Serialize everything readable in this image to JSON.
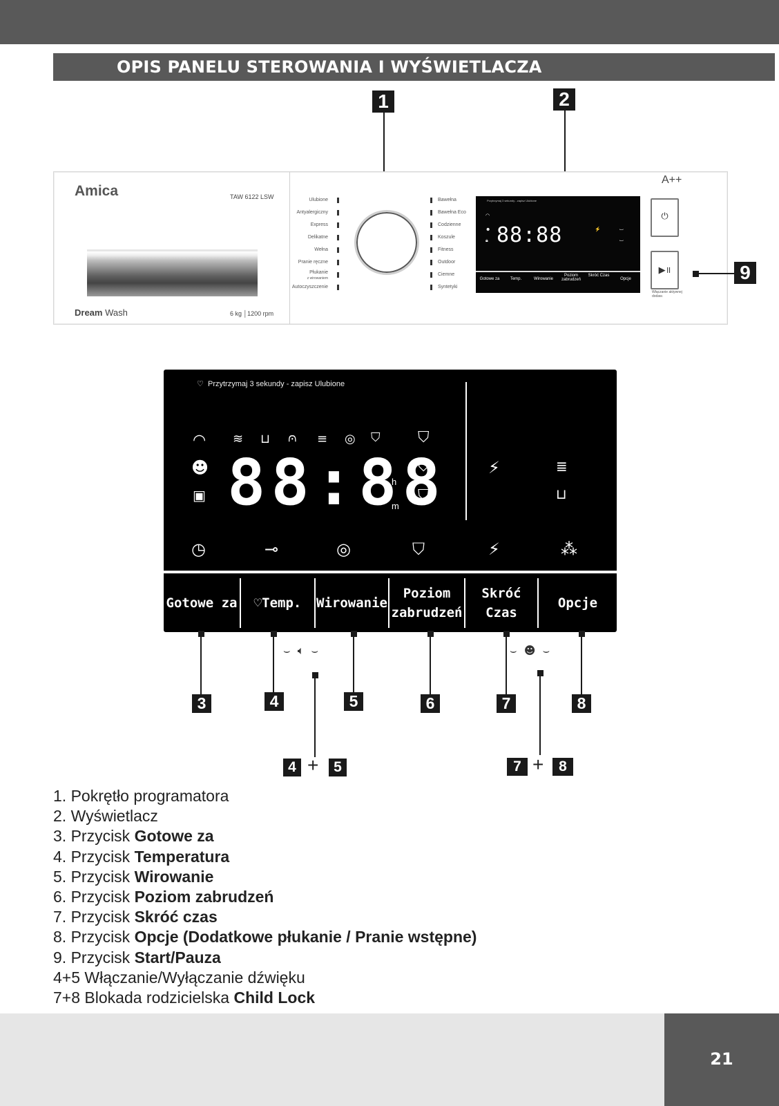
{
  "header": {
    "title": "OPIS PANELU STEROWANIA I WYŚWIETLACZA"
  },
  "machine": {
    "brand": "Amica",
    "model": "TAW 6122 LSW",
    "series_a": "Dream",
    "series_b": "Wash",
    "capacity": "6 kg │1200 rpm",
    "energy_class": "A++",
    "programs_left": [
      "Ulubione",
      "Antyalergiczny",
      "Express",
      "Delikatne",
      "Wełna",
      "Pranie ręczne",
      "Płukanie",
      "Autoczyszczenie"
    ],
    "rinse_sub": "z wirowaniem",
    "programs_right": [
      "Bawełna",
      "Bawełna Eco",
      "Codzienne",
      "Koszule",
      "Fitness",
      "Outdoor",
      "Ciemne",
      "Syntetyki"
    ],
    "mini_hint": "Przytrzymaj 3 sekundy - zapisz Ulubione",
    "mini_digits": "88:88",
    "mini_buttons": [
      "Gotowe za",
      "Temp.",
      "Wirowanie",
      "Poziom zabrudzeń",
      "Skróć Czas",
      "Opcje"
    ],
    "start_hint": "Włączanie aktywnej dodaw."
  },
  "display": {
    "hint": "Przytrzymaj 3 sekundy  - zapisz Ulubione",
    "digits": "88:88",
    "unit_h": "h",
    "unit_m": "m",
    "buttons": [
      "Gotowe za",
      "Temp.",
      "Wirowanie",
      "Poziom zabrudzeń",
      "Skróć Czas",
      "Opcje"
    ]
  },
  "callouts": [
    "1",
    "2",
    "3",
    "4",
    "5",
    "6",
    "7",
    "8",
    "9"
  ],
  "combos": {
    "a_left": "4",
    "a_right": "5",
    "b_left": "7",
    "b_right": "8",
    "plus": "+"
  },
  "descriptions": [
    {
      "prefix": "1. Pokrętło programatora",
      "bold": ""
    },
    {
      "prefix": "2. Wyświetlacz",
      "bold": ""
    },
    {
      "prefix": "3. Przycisk ",
      "bold": "Gotowe za"
    },
    {
      "prefix": "4. Przycisk ",
      "bold": "Temperatura"
    },
    {
      "prefix": "5. Przycisk ",
      "bold": "Wirowanie"
    },
    {
      "prefix": "6. Przycisk ",
      "bold": "Poziom zabrudzeń"
    },
    {
      "prefix": "7. Przycisk ",
      "bold": "Skróć czas"
    },
    {
      "prefix": "8. Przycisk ",
      "bold": "Opcje (Dodatkowe płukanie / Pranie wstępne)"
    },
    {
      "prefix": "9. Przycisk ",
      "bold": "Start/Pauza"
    },
    {
      "prefix": "4+5 Włączanie/Wyłączanie dźwięku",
      "bold": ""
    },
    {
      "prefix": "7+8 Blokada rodzicielska ",
      "bold": "Child Lock"
    }
  ],
  "page_number": "21"
}
